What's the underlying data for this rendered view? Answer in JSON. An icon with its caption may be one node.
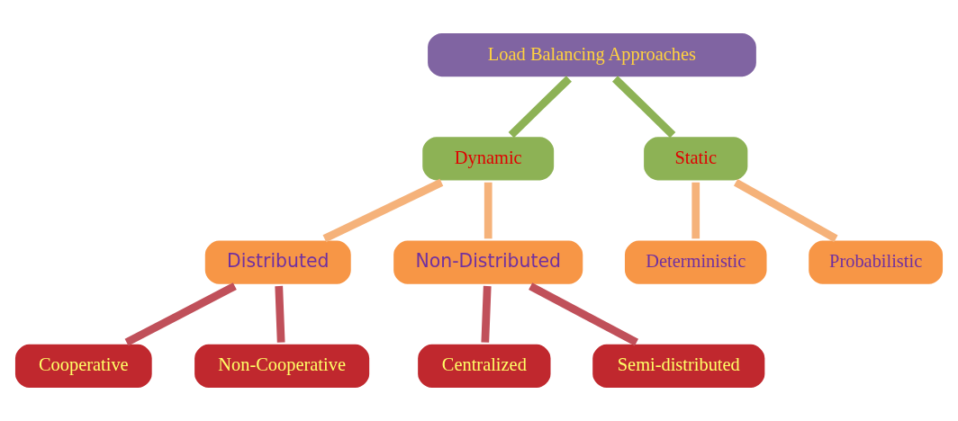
{
  "diagram": {
    "nodes": [
      {
        "text": [
          "Load Balancing Approaches"
        ]
      },
      {
        "text": [
          "Dynamic"
        ]
      },
      {
        "text": [
          "Static"
        ]
      },
      {
        "text": [
          "Distributed"
        ]
      },
      {
        "text": [
          "Non-Distributed"
        ]
      },
      {
        "text": [
          "Deterministic"
        ]
      },
      {
        "text": [
          "Probabilistic"
        ]
      },
      {
        "text": [
          "Cooperative"
        ]
      },
      {
        "text": [
          "Non-Cooperative"
        ]
      },
      {
        "text": [
          "Centralized"
        ]
      },
      {
        "text": [
          "Semi-distributed"
        ]
      }
    ],
    "edges": [
      {
        "from": 0,
        "to": 1,
        "arrow": "none",
        "color": "#8db255"
      },
      {
        "from": 0,
        "to": 2,
        "arrow": "none",
        "color": "#8db255"
      },
      {
        "from": 1,
        "to": 3,
        "arrow": "none",
        "color": "#f5b27a"
      },
      {
        "from": 1,
        "to": 4,
        "arrow": "none",
        "color": "#f5b27a"
      },
      {
        "from": 2,
        "to": 5,
        "arrow": "none",
        "color": "#f5b27a"
      },
      {
        "from": 2,
        "to": 6,
        "arrow": "none",
        "color": "#f5b27a"
      },
      {
        "from": 3,
        "to": 7,
        "arrow": "none",
        "color": "#c0505a"
      },
      {
        "from": 3,
        "to": 8,
        "arrow": "none",
        "color": "#c0505a"
      },
      {
        "from": 4,
        "to": 9,
        "arrow": "none",
        "color": "#c0505a"
      },
      {
        "from": 4,
        "to": 10,
        "arrow": "none",
        "color": "#c0505a"
      }
    ]
  }
}
